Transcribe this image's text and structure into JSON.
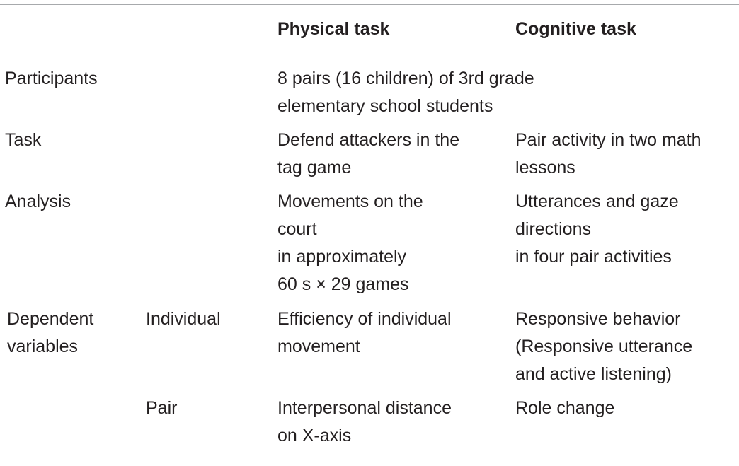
{
  "header": {
    "col_empty_1": "",
    "col_empty_2": "",
    "physical": "Physical task",
    "cognitive": "Cognitive task"
  },
  "rows": {
    "participants": {
      "label": "Participants",
      "value": "8 pairs (16 children) of 3rd grade\nelementary school students"
    },
    "task": {
      "label": "Task",
      "physical": "Defend attackers in the\ntag game",
      "cognitive": "Pair activity in two math\nlessons"
    },
    "analysis": {
      "label": "Analysis",
      "physical": "Movements on the\ncourt\nin approximately\n60 s × 29 games",
      "cognitive": "Utterances and gaze\ndirections\nin four pair activities"
    },
    "dependent": {
      "label": "Dependent\nvariables",
      "individual": {
        "sub": "Individual",
        "physical": "Efficiency of individual\nmovement",
        "cognitive": "Responsive behavior\n(Responsive utterance\nand active listening)"
      },
      "pair": {
        "sub": "Pair",
        "physical": "Interpersonal distance\non X-axis",
        "cognitive": "Role change"
      }
    }
  }
}
